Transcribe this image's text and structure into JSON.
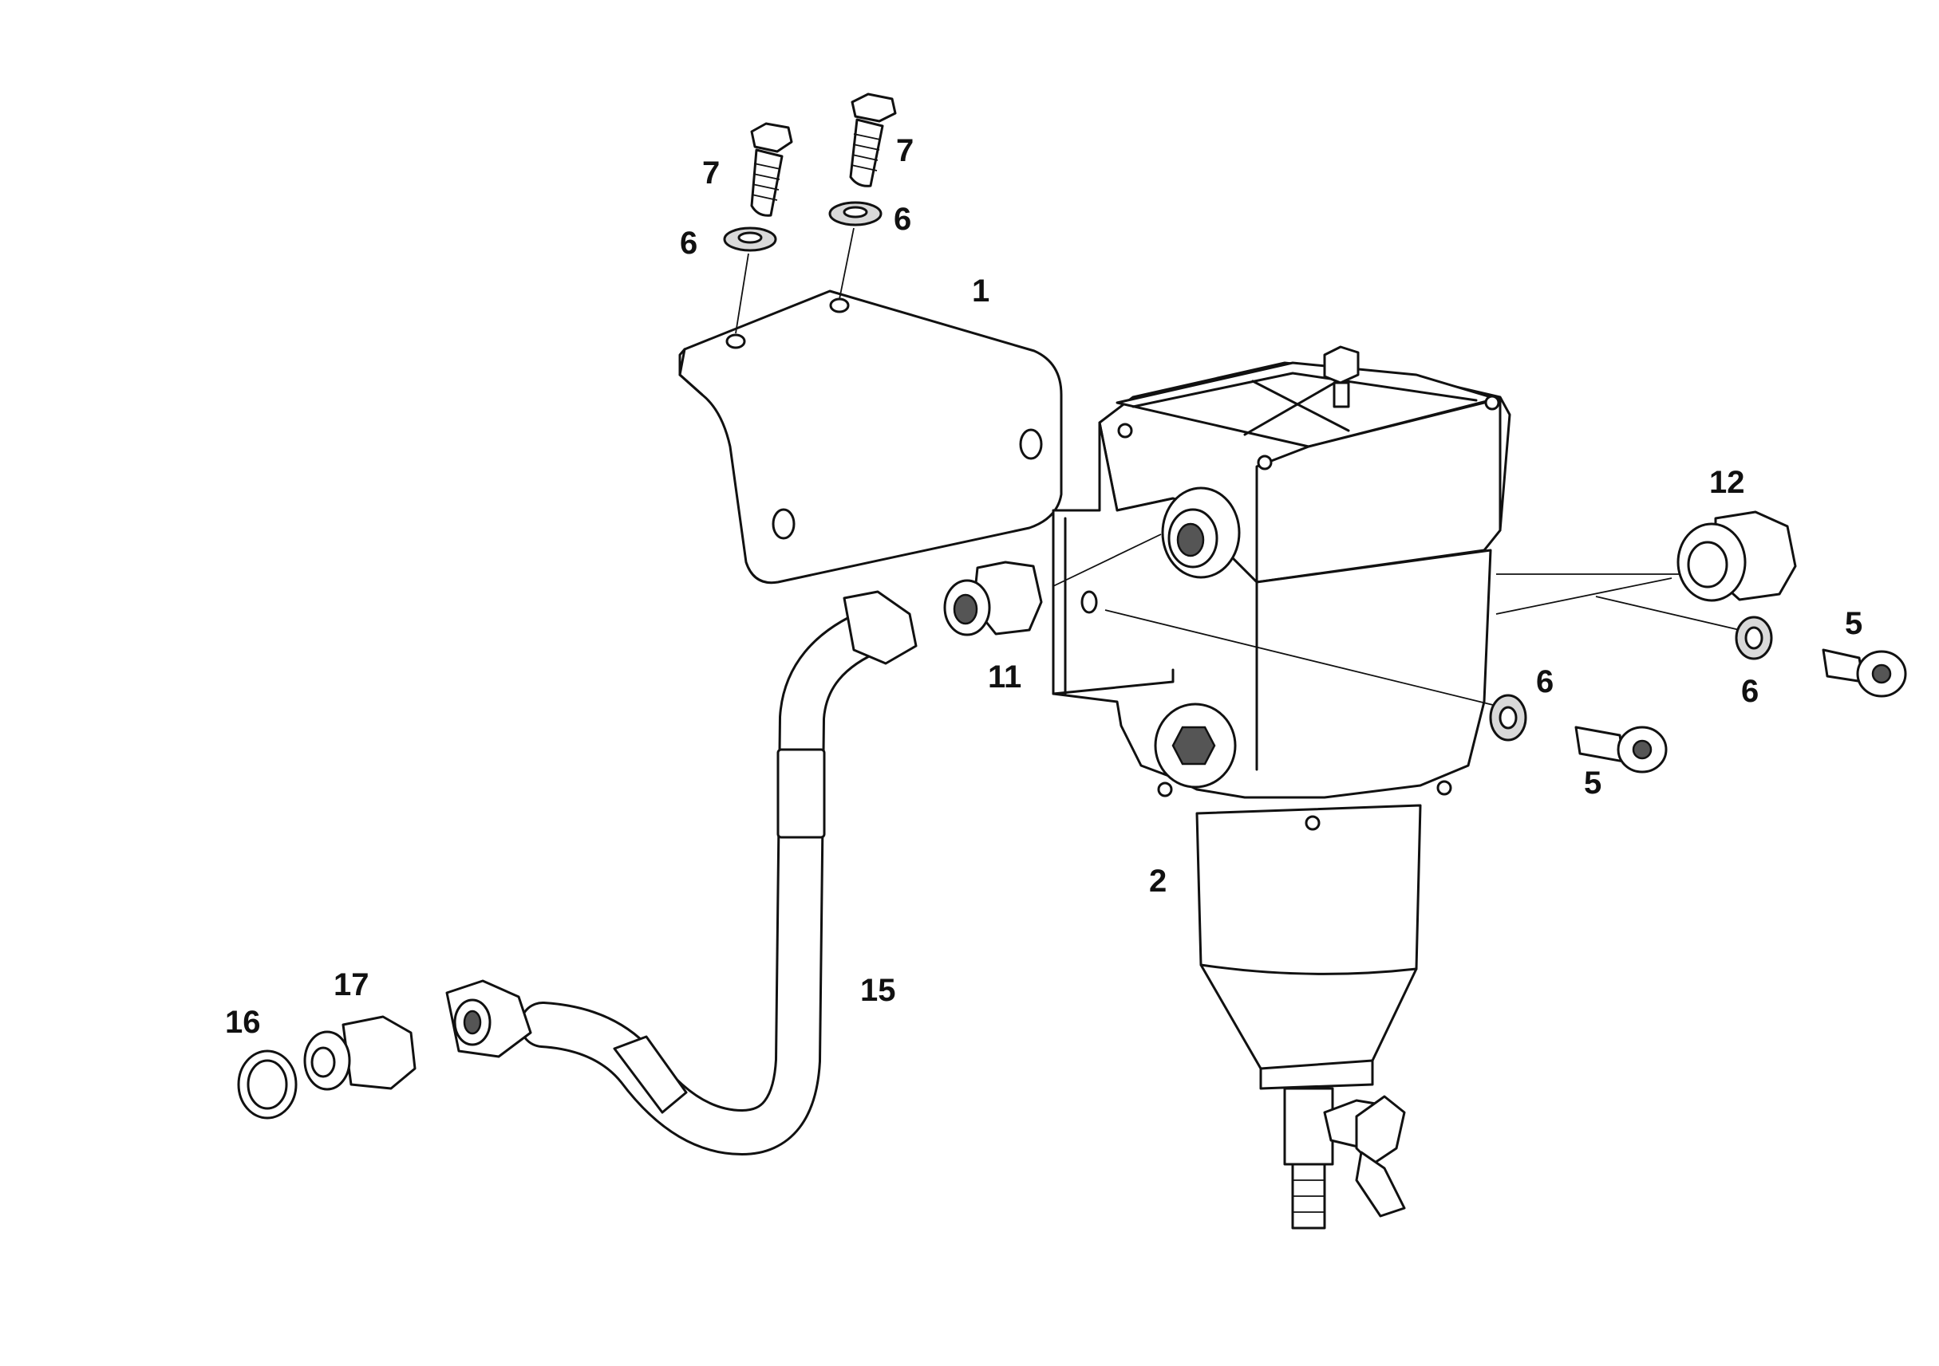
{
  "diagram": {
    "callouts": [
      {
        "id": "7a",
        "text": "7"
      },
      {
        "id": "7b",
        "text": "7"
      },
      {
        "id": "6a",
        "text": "6"
      },
      {
        "id": "6b",
        "text": "6"
      },
      {
        "id": "1",
        "text": "1"
      },
      {
        "id": "12",
        "text": "12"
      },
      {
        "id": "11",
        "text": "11"
      },
      {
        "id": "5a",
        "text": "5"
      },
      {
        "id": "6c",
        "text": "6"
      },
      {
        "id": "6d",
        "text": "6"
      },
      {
        "id": "5b",
        "text": "5"
      },
      {
        "id": "2",
        "text": "2"
      },
      {
        "id": "15",
        "text": "15"
      },
      {
        "id": "17",
        "text": "17"
      },
      {
        "id": "16",
        "text": "16"
      }
    ]
  }
}
